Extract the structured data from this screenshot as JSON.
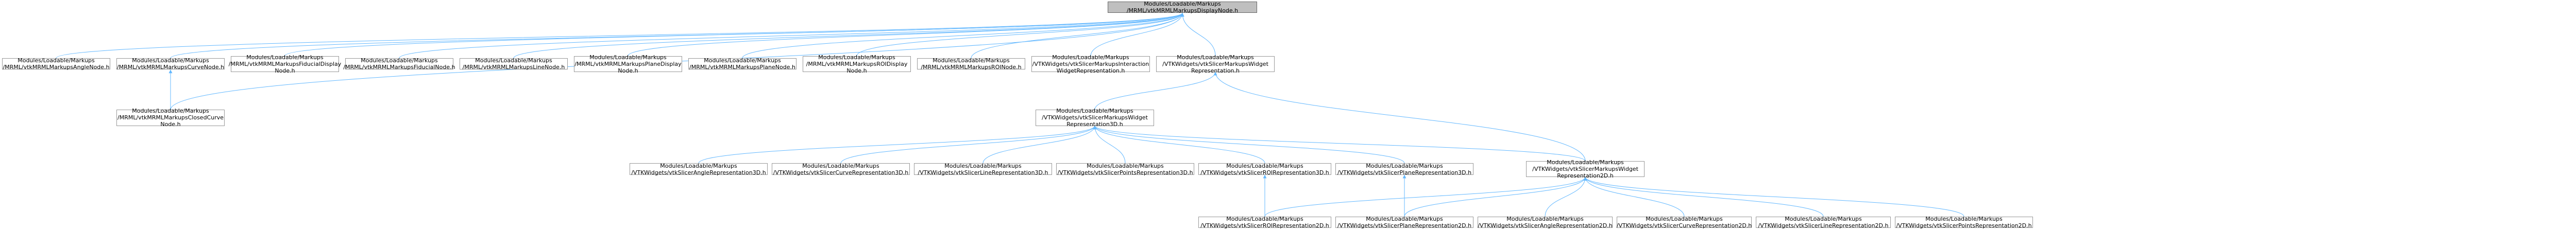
{
  "nodes": [
    {
      "id": "root",
      "label": "Modules/Loadable/Markups\n/MRML/vtkMRMLMarkupsDisplayNode.h",
      "root": true
    },
    {
      "id": "n1",
      "label": "Modules/Loadable/Markups\n/MRML/vtkMRMLMarkupsAngleNode.h"
    },
    {
      "id": "n2",
      "label": "Modules/Loadable/Markups\n/MRML/vtkMRMLMarkupsCurveNode.h"
    },
    {
      "id": "n3",
      "label": "Modules/Loadable/Markups\n/MRML/vtkMRMLMarkupsFiducialDisplay\nNode.h"
    },
    {
      "id": "n4",
      "label": "Modules/Loadable/Markups\n/MRML/vtkMRMLMarkupsFiducialNode.h"
    },
    {
      "id": "n5",
      "label": "Modules/Loadable/Markups\n/MRML/vtkMRMLMarkupsLineNode.h"
    },
    {
      "id": "n6",
      "label": "Modules/Loadable/Markups\n/MRML/vtkMRMLMarkupsPlaneDisplay\nNode.h"
    },
    {
      "id": "n7",
      "label": "Modules/Loadable/Markups\n/MRML/vtkMRMLMarkupsPlaneNode.h"
    },
    {
      "id": "n8",
      "label": "Modules/Loadable/Markups\n/MRML/vtkMRMLMarkupsROIDisplay\nNode.h"
    },
    {
      "id": "n9",
      "label": "Modules/Loadable/Markups\n/MRML/vtkMRMLMarkupsROINode.h"
    },
    {
      "id": "n10",
      "label": "Modules/Loadable/Markups\n/VTKWidgets/vtkSlicerMarkupsInteraction\nWidgetRepresentation.h"
    },
    {
      "id": "n11",
      "label": "Modules/Loadable/Markups\n/VTKWidgets/vtkSlicerMarkupsWidget\nRepresentation.h"
    },
    {
      "id": "n12",
      "label": "Modules/Loadable/Markups\n/MRML/vtkMRMLMarkupsClosedCurve\nNode.h"
    },
    {
      "id": "n13",
      "label": "Modules/Loadable/Markups\n/VTKWidgets/vtkSlicerMarkupsWidget\nRepresentation3D.h"
    },
    {
      "id": "n14",
      "label": "Modules/Loadable/Markups\n/VTKWidgets/vtkSlicerMarkupsWidget\nRepresentation2D.h"
    },
    {
      "id": "n15",
      "label": "Modules/Loadable/Markups\n/VTKWidgets/vtkSlicerAngleRepresentation3D.h"
    },
    {
      "id": "n16",
      "label": "Modules/Loadable/Markups\n/VTKWidgets/vtkSlicerCurveRepresentation3D.h"
    },
    {
      "id": "n17",
      "label": "Modules/Loadable/Markups\n/VTKWidgets/vtkSlicerLineRepresentation3D.h"
    },
    {
      "id": "n18",
      "label": "Modules/Loadable/Markups\n/VTKWidgets/vtkSlicerPointsRepresentation3D.h"
    },
    {
      "id": "n19",
      "label": "Modules/Loadable/Markups\n/VTKWidgets/vtkSlicerROIRepresentation3D.h"
    },
    {
      "id": "n20",
      "label": "Modules/Loadable/Markups\n/VTKWidgets/vtkSlicerPlaneRepresentation3D.h"
    },
    {
      "id": "n21",
      "label": "Modules/Loadable/Markups\n/VTKWidgets/vtkSlicerROIRepresentation2D.h"
    },
    {
      "id": "n22",
      "label": "Modules/Loadable/Markups\n/VTKWidgets/vtkSlicerPlaneRepresentation2D.h"
    },
    {
      "id": "n23",
      "label": "Modules/Loadable/Markups\n/VTKWidgets/vtkSlicerAngleRepresentation2D.h"
    },
    {
      "id": "n24",
      "label": "Modules/Loadable/Markups\n/VTKWidgets/vtkSlicerCurveRepresentation2D.h"
    },
    {
      "id": "n25",
      "label": "Modules/Loadable/Markups\n/VTKWidgets/vtkSlicerLineRepresentation2D.h"
    },
    {
      "id": "n26",
      "label": "Modules/Loadable/Markups\n/VTKWidgets/vtkSlicerPointsRepresentation2D.h"
    }
  ],
  "edges": [
    [
      "n1",
      "root"
    ],
    [
      "n2",
      "root"
    ],
    [
      "n3",
      "root"
    ],
    [
      "n4",
      "root"
    ],
    [
      "n5",
      "root"
    ],
    [
      "n6",
      "root"
    ],
    [
      "n7",
      "root"
    ],
    [
      "n8",
      "root"
    ],
    [
      "n9",
      "root"
    ],
    [
      "n10",
      "root"
    ],
    [
      "n11",
      "root"
    ],
    [
      "n12",
      "root"
    ],
    [
      "n12",
      "n2"
    ],
    [
      "n13",
      "n11"
    ],
    [
      "n14",
      "n11"
    ],
    [
      "n15",
      "n13"
    ],
    [
      "n16",
      "n13"
    ],
    [
      "n17",
      "n13"
    ],
    [
      "n18",
      "n13"
    ],
    [
      "n19",
      "n13"
    ],
    [
      "n20",
      "n13"
    ],
    [
      "n14",
      "n13"
    ],
    [
      "n21",
      "n19"
    ],
    [
      "n21",
      "n14"
    ],
    [
      "n22",
      "n20"
    ],
    [
      "n22",
      "n14"
    ],
    [
      "n23",
      "n14"
    ],
    [
      "n24",
      "n14"
    ],
    [
      "n25",
      "n14"
    ],
    [
      "n26",
      "n14"
    ]
  ],
  "colors": {
    "edge": "#63B8FF",
    "node_border": "#999999",
    "root_fill": "#BFBFBF"
  }
}
